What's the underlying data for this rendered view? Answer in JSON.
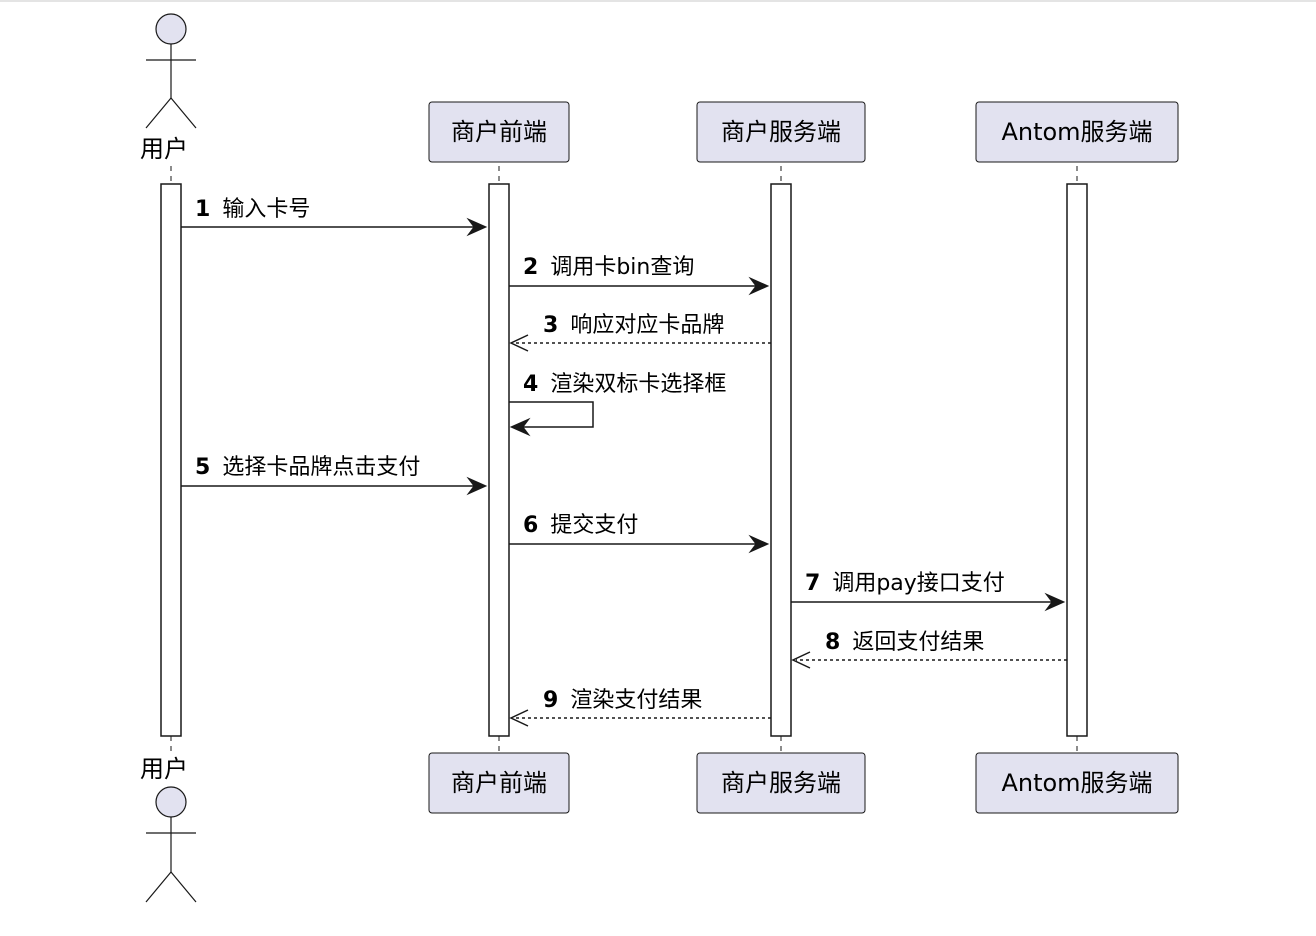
{
  "diagram": {
    "type": "sequence",
    "actor": {
      "label": "用户"
    },
    "participants": [
      {
        "id": "frontend",
        "label": "商户前端"
      },
      {
        "id": "server",
        "label": "商户服务端"
      },
      {
        "id": "antom",
        "label": "Antom服务端"
      }
    ],
    "messages": [
      {
        "num": "1",
        "text": "输入卡号",
        "from": "user",
        "to": "frontend",
        "style": "solid"
      },
      {
        "num": "2",
        "text": "调用卡bin查询",
        "from": "frontend",
        "to": "server",
        "style": "solid"
      },
      {
        "num": "3",
        "text": "响应对应卡品牌",
        "from": "server",
        "to": "frontend",
        "style": "dashed"
      },
      {
        "num": "4",
        "text": "渲染双标卡选择框",
        "from": "frontend",
        "to": "frontend",
        "style": "self"
      },
      {
        "num": "5",
        "text": "选择卡品牌点击支付",
        "from": "user",
        "to": "frontend",
        "style": "solid"
      },
      {
        "num": "6",
        "text": "提交支付",
        "from": "frontend",
        "to": "server",
        "style": "solid"
      },
      {
        "num": "7",
        "text": "调用pay接口支付",
        "from": "server",
        "to": "antom",
        "style": "solid"
      },
      {
        "num": "8",
        "text": "返回支付结果",
        "from": "antom",
        "to": "server",
        "style": "dashed"
      },
      {
        "num": "9",
        "text": "渲染支付结果",
        "from": "server",
        "to": "frontend",
        "style": "dashed"
      }
    ]
  }
}
